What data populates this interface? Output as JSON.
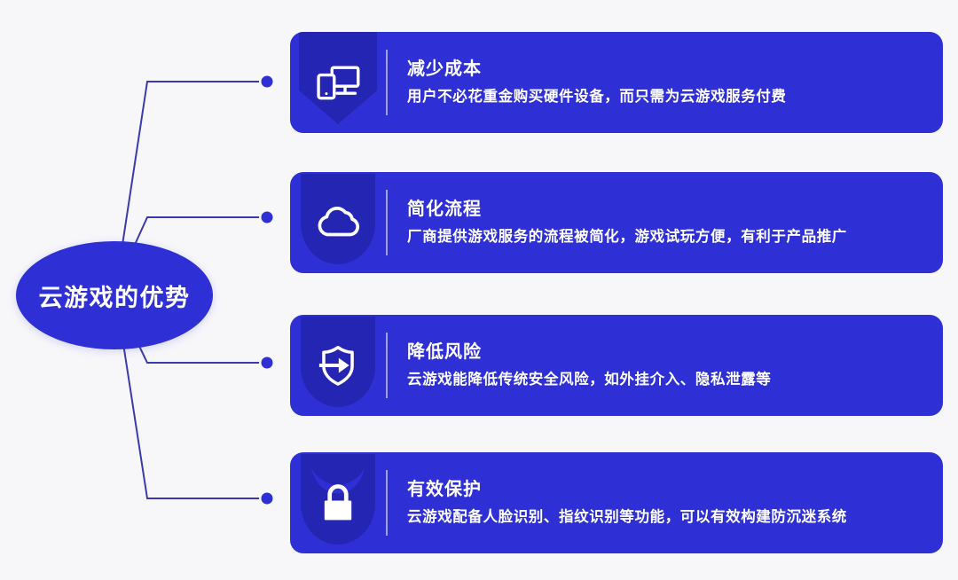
{
  "meta": {
    "background_color": "#f7f7fa",
    "accent_color": "#2f2fd6",
    "card_color": "#2f2fd6",
    "icon_backdrop_color": "#2525b4",
    "text_color": "#ffffff",
    "connector_color": "#3a3ab0"
  },
  "central": {
    "label": "云游戏的优势"
  },
  "cards": [
    {
      "icon": "devices-monitor-tablet-icon",
      "title": "减少成本",
      "desc": "用户不必花重金购买硬件设备，而只需为云游戏服务付费"
    },
    {
      "icon": "cloud-icon",
      "title": "简化流程",
      "desc": "厂商提供游戏服务的流程被简化，游戏试玩方便，有利于产品推广"
    },
    {
      "icon": "shield-arrow-icon",
      "title": "降低风险",
      "desc": "云游戏能降低传统安全风险，如外挂介入、隐私泄露等"
    },
    {
      "icon": "padlock-icon",
      "title": "有效保护",
      "desc": "云游戏配备人脸识别、指纹识别等功能，可以有效构建防沉迷系统"
    }
  ],
  "connectors": {
    "node_dots": 4,
    "dot_color": "#2f2fd6",
    "dot_halo_color": "#f7f7fa"
  }
}
